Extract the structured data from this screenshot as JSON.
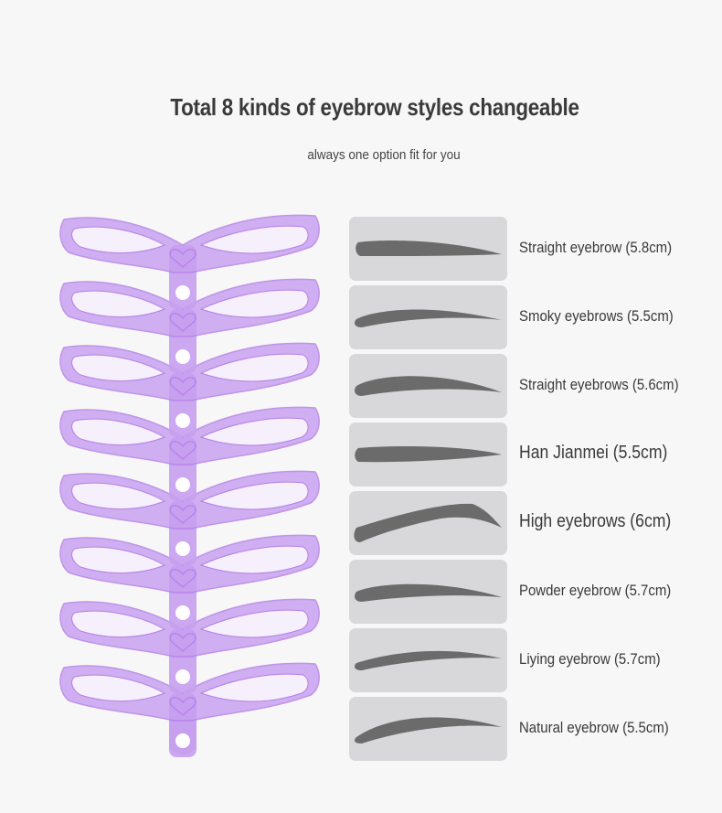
{
  "header": {
    "title": "Total 8 kinds of eyebrow styles changeable",
    "subtitle": "always one option fit for you"
  },
  "colors": {
    "background": "#f7f7f7",
    "stencil_purple": "#c79ff0",
    "stencil_outline": "#b57fe8",
    "swatch_bg": "#d8d8db",
    "brow_fill": "#6b6b6b",
    "text": "#3a3a3a"
  },
  "stencil": {
    "count": 8
  },
  "styles": [
    {
      "label": "Straight eyebrow (5.8cm)",
      "shape": "straight"
    },
    {
      "label": "Smoky eyebrows (5.5cm)",
      "shape": "smoky"
    },
    {
      "label": "Straight eyebrows (5.6cm)",
      "shape": "straight-arch"
    },
    {
      "label": "Han Jianmei (5.5cm)",
      "shape": "han"
    },
    {
      "label": "High eyebrows (6cm)",
      "shape": "high"
    },
    {
      "label": "Powder eyebrow (5.7cm)",
      "shape": "powder"
    },
    {
      "label": "Liying eyebrow (5.7cm)",
      "shape": "liying"
    },
    {
      "label": "Natural eyebrow (5.5cm)",
      "shape": "natural"
    }
  ]
}
